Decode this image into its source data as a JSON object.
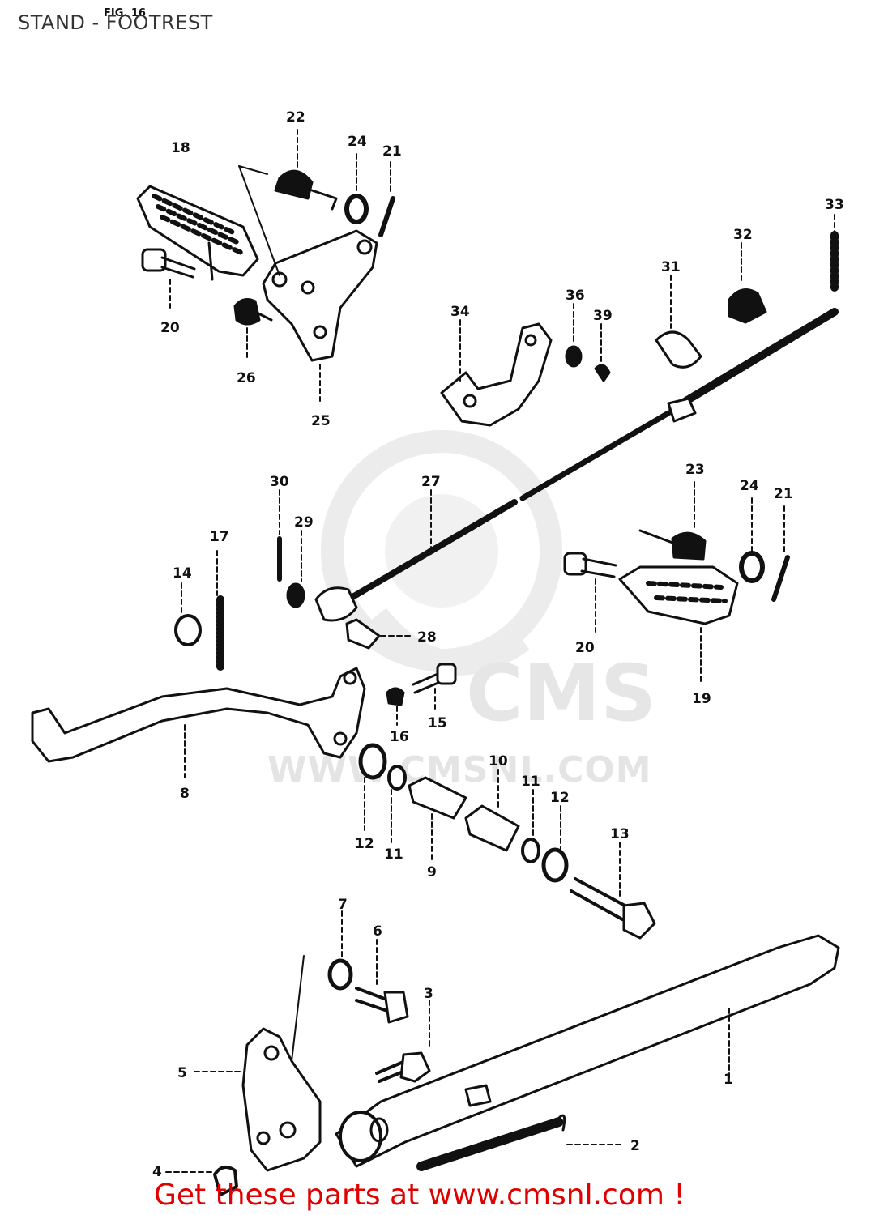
{
  "title": "STAND - FOOTREST",
  "fig_label": "FIG. 16",
  "watermark": {
    "logo": "CMS",
    "site": "WWW.CMSNL.COM"
  },
  "footer": "Get these parts at www.cmsnl.com !",
  "part_labels": [
    "1",
    "2",
    "3",
    "4",
    "5",
    "6",
    "7",
    "8",
    "9",
    "10",
    "11",
    "12",
    "13",
    "14",
    "15",
    "16",
    "17",
    "18",
    "19",
    "20",
    "21",
    "22",
    "23",
    "24",
    "25",
    "26",
    "27",
    "28",
    "29",
    "30",
    "31",
    "32",
    "33",
    "34",
    "36",
    "39"
  ]
}
